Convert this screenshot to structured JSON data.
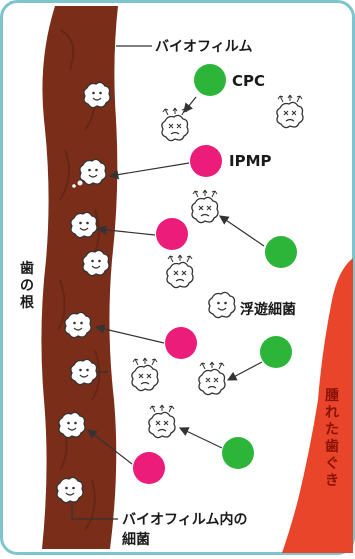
{
  "labels": {
    "biofilm": "バイオフィルム",
    "cpc": "CPC",
    "ipmp": "IPMP",
    "floating_bacteria": "浮遊細菌",
    "tooth_root": [
      "歯",
      "の",
      "根"
    ],
    "swollen_gum": [
      "腫",
      "れ",
      "た",
      "歯",
      "ぐ",
      "き"
    ],
    "biofilm_bacteria": [
      "バイオフィルム内の",
      "細菌"
    ]
  },
  "colors": {
    "frame": "#7ec4cf",
    "biofilm": "#7a2e1a",
    "biofilm_dark": "#5a1f10",
    "gum": "#e8452a",
    "cpc": "#2db53a",
    "ipmp": "#ec1c7a",
    "bacteria_fill": "#ffffff",
    "bacteria_line": "#333333"
  },
  "icons": {
    "bacterium": "bacterium-icon",
    "dead_bacterium": "dead-bacterium-icon",
    "cpc_molecule": "cpc-molecule-icon",
    "ipmp_molecule": "ipmp-molecule-icon"
  }
}
